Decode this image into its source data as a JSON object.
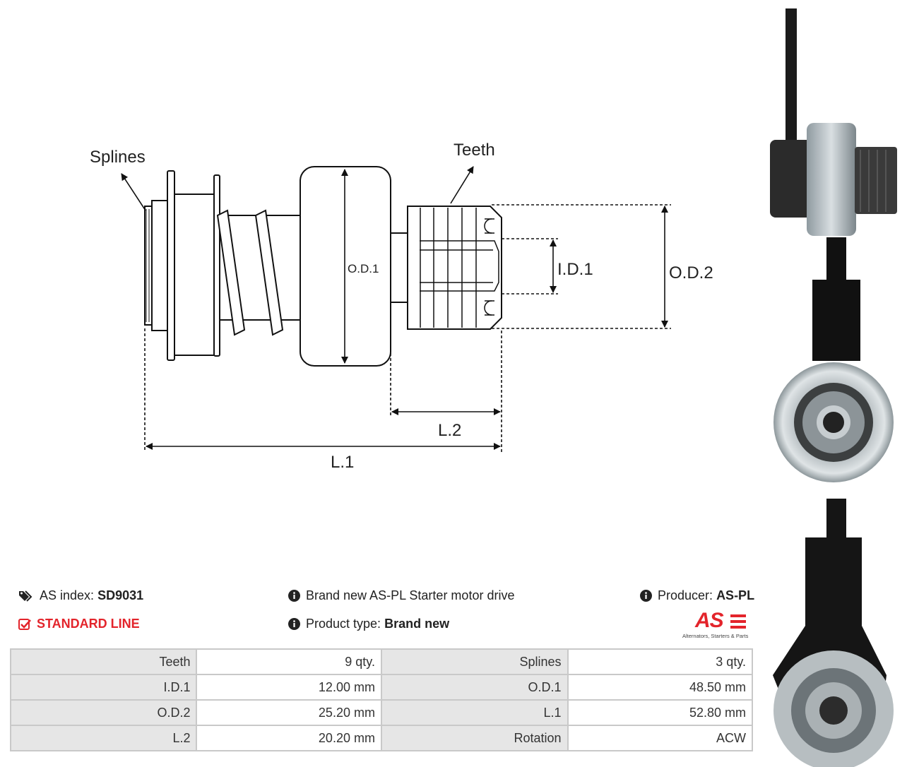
{
  "diagram": {
    "labels": {
      "splines": "Splines",
      "teeth": "Teeth",
      "od1": "O.D.1",
      "id1": "I.D.1",
      "od2": "O.D.2",
      "l2": "L.2",
      "l1": "L.1"
    }
  },
  "info": {
    "as_index_label": "AS index:",
    "as_index_value": "SD9031",
    "line": "STANDARD LINE",
    "description": "Brand new AS-PL Starter motor drive",
    "product_type_label": "Product type:",
    "product_type_value": "Brand new",
    "producer_label": "Producer:",
    "producer_value": "AS-PL"
  },
  "logo": {
    "text": "AS",
    "tagline": "Alternators, Starters & Parts",
    "color": "#e3242b"
  },
  "specs": [
    [
      {
        "k": "Teeth",
        "v": "9 qty."
      },
      {
        "k": "Splines",
        "v": "3 qty."
      }
    ],
    [
      {
        "k": "I.D.1",
        "v": "12.00 mm"
      },
      {
        "k": "O.D.1",
        "v": "48.50 mm"
      }
    ],
    [
      {
        "k": "O.D.2",
        "v": "25.20 mm"
      },
      {
        "k": "L.1",
        "v": "52.80 mm"
      }
    ],
    [
      {
        "k": "L.2",
        "v": "20.20 mm"
      },
      {
        "k": "Rotation",
        "v": "ACW"
      }
    ]
  ]
}
